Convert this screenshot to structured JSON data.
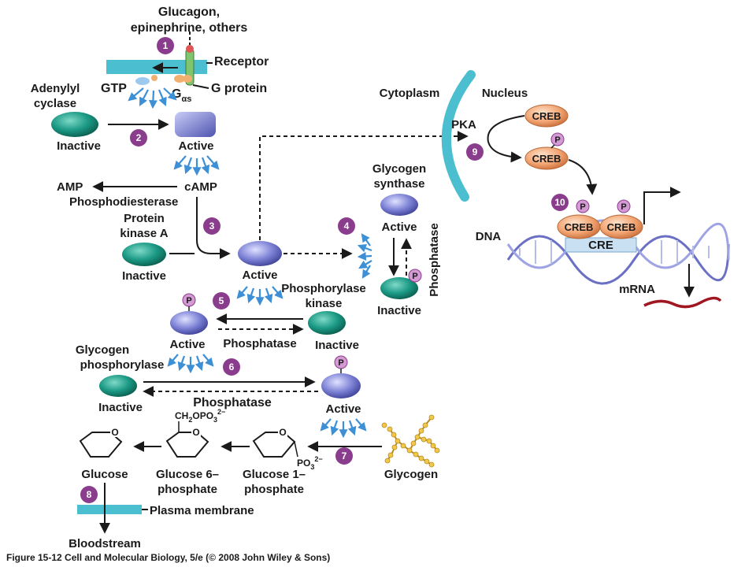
{
  "signal": {
    "line1": "Glucagon,",
    "line2": "epinephrine, others"
  },
  "receptor": "Receptor",
  "g_protein": "G protein",
  "gtp": "GTP",
  "g_alpha_s": "G",
  "g_alpha_sub": "αs",
  "adenylyl_cyclase": {
    "line1": "Adenylyl",
    "line2": "cyclase",
    "inactive": "Inactive",
    "active": "Active"
  },
  "camp": "cAMP",
  "amp": "AMP",
  "phosphodiesterase": "Phosphodiesterase",
  "pka": {
    "line1": "Protein",
    "line2": "kinase A",
    "inactive": "Inactive",
    "active": "Active"
  },
  "glycogen_synthase": {
    "line1": "Glycogen",
    "line2": "synthase",
    "active": "Active",
    "inactive": "Inactive"
  },
  "phosphatase_vertical": "Phosphatase",
  "phosphorylase_kinase": {
    "line1": "Phosphorylase",
    "line2": "kinase",
    "inactive": "Inactive",
    "active": "Active"
  },
  "phosphatase_1": "Phosphatase",
  "glycogen_phosphorylase": {
    "line1": "Glycogen",
    "line2": "phosphorylase",
    "inactive": "Inactive",
    "active": "Active"
  },
  "phosphatase_2": "Phosphatase",
  "glycogen": "Glycogen",
  "glucose1p": {
    "line1": "Glucose 1–",
    "line2": "phosphate",
    "po3": "PO",
    "po3_sub": "3",
    "po3_sup": "2−"
  },
  "glucose6p": {
    "line1": "Glucose 6–",
    "line2": "phosphate",
    "ch2": "CH",
    "ch2_sub": "2",
    "opo3": "OPO",
    "opo3_sub": "3",
    "opo3_sup": "2−"
  },
  "glucose": "Glucose",
  "ring_o": "O",
  "plasma_membrane": "Plasma membrane",
  "bloodstream": "Bloodstream",
  "cytoplasm": "Cytoplasm",
  "nucleus": "Nucleus",
  "pka_nuclear": "PKA",
  "creb": "CREB",
  "p": "P",
  "dna": "DNA",
  "cre": "CRE",
  "mrna": "mRNA",
  "steps": [
    "1",
    "2",
    "3",
    "4",
    "5",
    "6",
    "7",
    "8",
    "9",
    "10"
  ],
  "caption": "Figure 15-12  Cell and Molecular Biology, 5/e (© 2008 John Wiley & Sons)",
  "colors": {
    "teal": "#11826f",
    "blue": "#6a70c4",
    "peach": "#f0a878",
    "purple": "#8b3d8d",
    "p_bubble": "#d49ad4",
    "membrane": "#4bbfcf",
    "rays": "#3d8fd6",
    "mrna": "#a01621",
    "cre": "#c9e0f3"
  }
}
